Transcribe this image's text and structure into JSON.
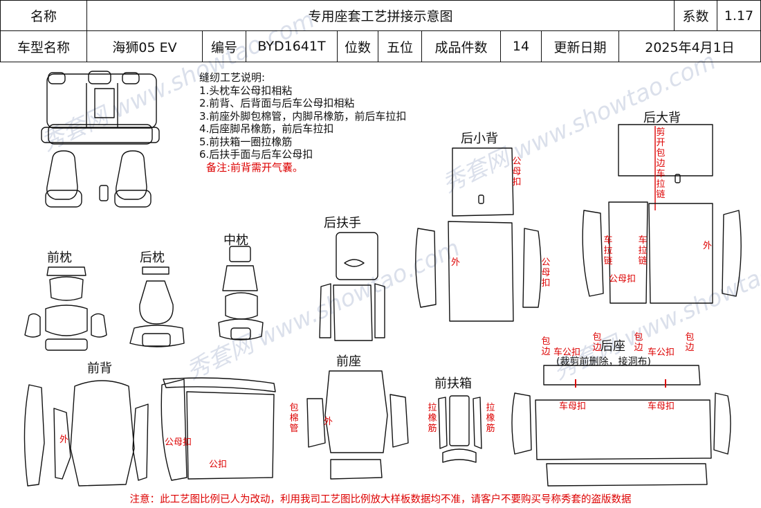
{
  "header": {
    "name_label": "名称",
    "title": "专用座套工艺拼接示意图",
    "coef_label": "系数",
    "coef_value": "1.17",
    "model_label": "车型名称",
    "model_value": "海狮05 EV",
    "code_label": "编号",
    "code_value": "BYD1641T",
    "seat_label": "位数",
    "seat_value": "五位",
    "pieces_label": "成品件数",
    "pieces_value": "14",
    "date_label": "更新日期",
    "date_value": "2025年4月1日"
  },
  "notes": {
    "heading": "缝纫工艺说明:",
    "items": [
      "1.头枕车公母扣相粘",
      "2.前背、后背面与后车公母扣相粘",
      "3.前座外脚包棉管，内脚吊橡筋，前后车拉扣",
      "4.后座脚吊橡筋，前后车拉扣",
      "5.前扶箱一圈拉橡筋",
      "6.后扶手面与后车公母扣"
    ],
    "remark": "备注:前背需开气囊。"
  },
  "sections": {
    "front_headrest": "前枕",
    "rear_headrest": "后枕",
    "middle_headrest": "中枕",
    "rear_armrest": "后扶手",
    "rear_small_back": "后小背",
    "rear_big_back": "后大背",
    "front_back": "前背",
    "front_seat": "前座",
    "front_console": "前扶箱",
    "rear_seat": "后座"
  },
  "annotations": {
    "male_female": "公母扣",
    "outer": "外",
    "male": "公扣",
    "cut_edge_zip": "剪开包边车拉链",
    "car_zip": "车拉链",
    "car_male_female": "公母扣",
    "cotton_tube": "包棉管",
    "pull_elastic": "拉橡筋",
    "edge_wrap": "包边",
    "rear_seat_top": "车公扣",
    "rear_seat_note": "(裁剪前删除，接洞布)",
    "female_snap": "车母扣"
  },
  "watermark": "秀套网 www.showtao.com",
  "footer": "注意：此工艺图比例已人为改动，利用我司工艺图比例放大样板数据均不准，请客户不要购买号称秀套的盗版数据",
  "colors": {
    "line": "#111111",
    "red": "#dd0000",
    "watermark": "#9aa8c8"
  }
}
